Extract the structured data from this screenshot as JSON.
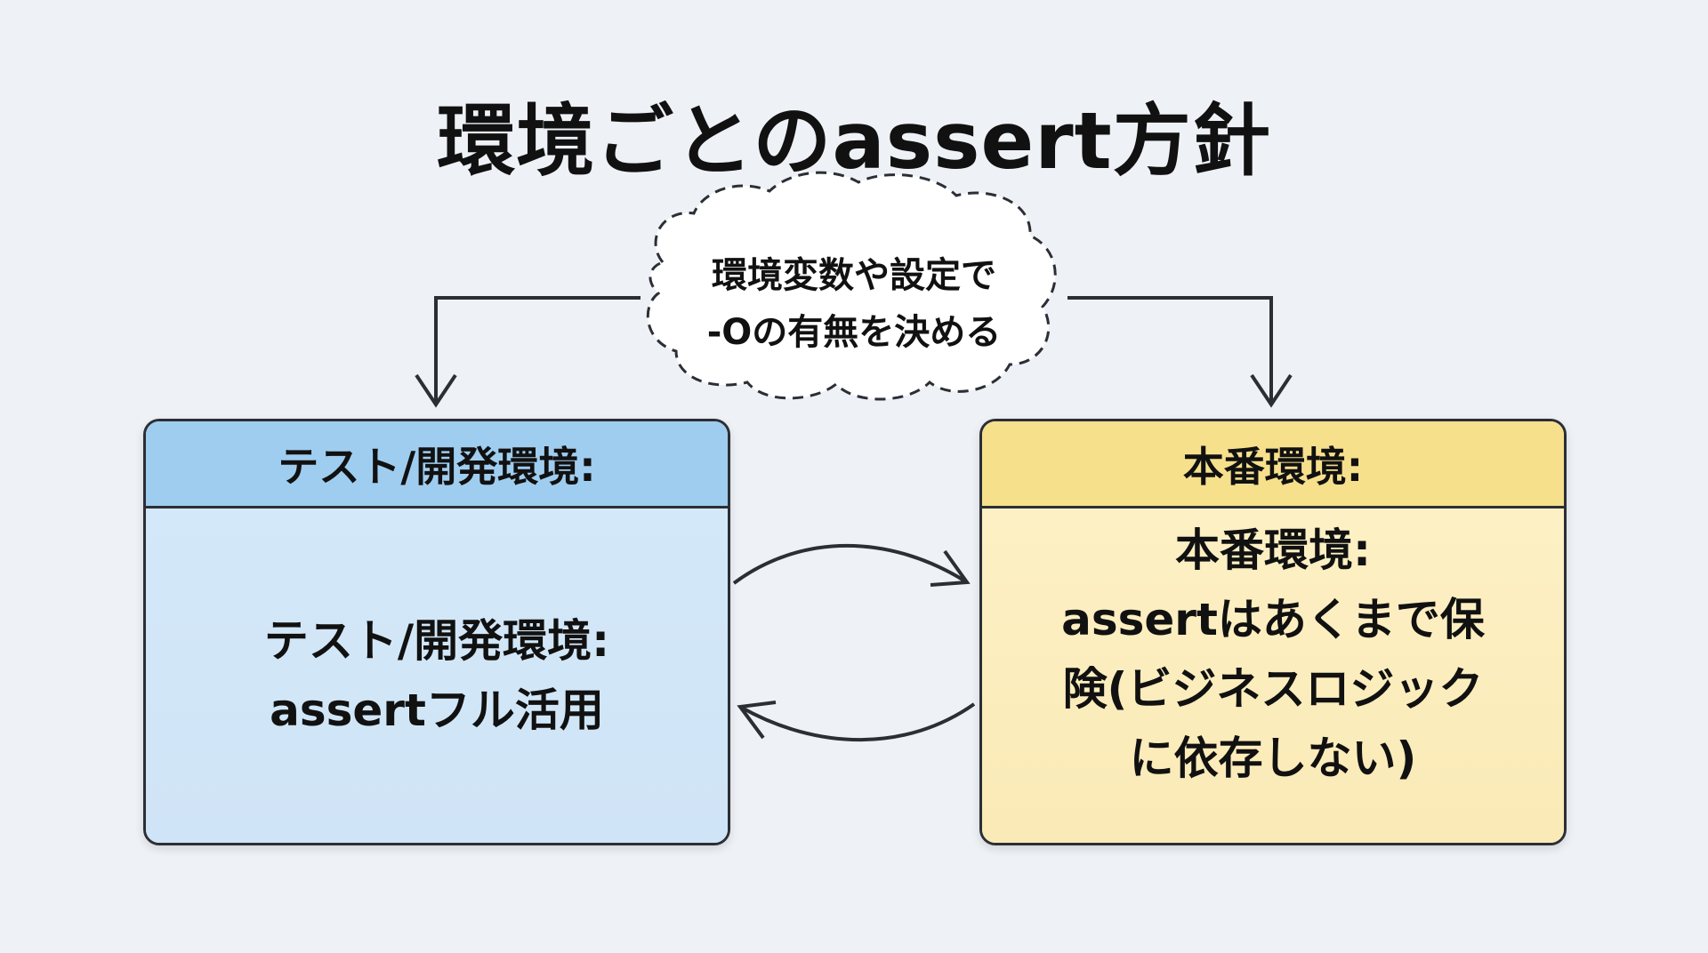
{
  "title": "環境ごとのassert方針",
  "cloud": {
    "lines": [
      "環境変数や設定で",
      "-Oの有無を決める"
    ]
  },
  "panels": {
    "dev": {
      "header": "テスト/開発環境:",
      "body_lines": [
        "テスト/開発環境:",
        "assertフル活用"
      ],
      "colors": {
        "header": "#9fcdef",
        "body": "#d3e8f8"
      }
    },
    "prod": {
      "header": "本番環境:",
      "body_lines": [
        "本番環境:",
        "assertはあくまで保",
        "険(ビジネスロジック",
        "に依存しない)"
      ],
      "colors": {
        "header": "#f7e08c",
        "body": "#fdf0c4"
      }
    }
  },
  "colors": {
    "stroke": "#2b2f35",
    "background": "#eef1f5"
  }
}
